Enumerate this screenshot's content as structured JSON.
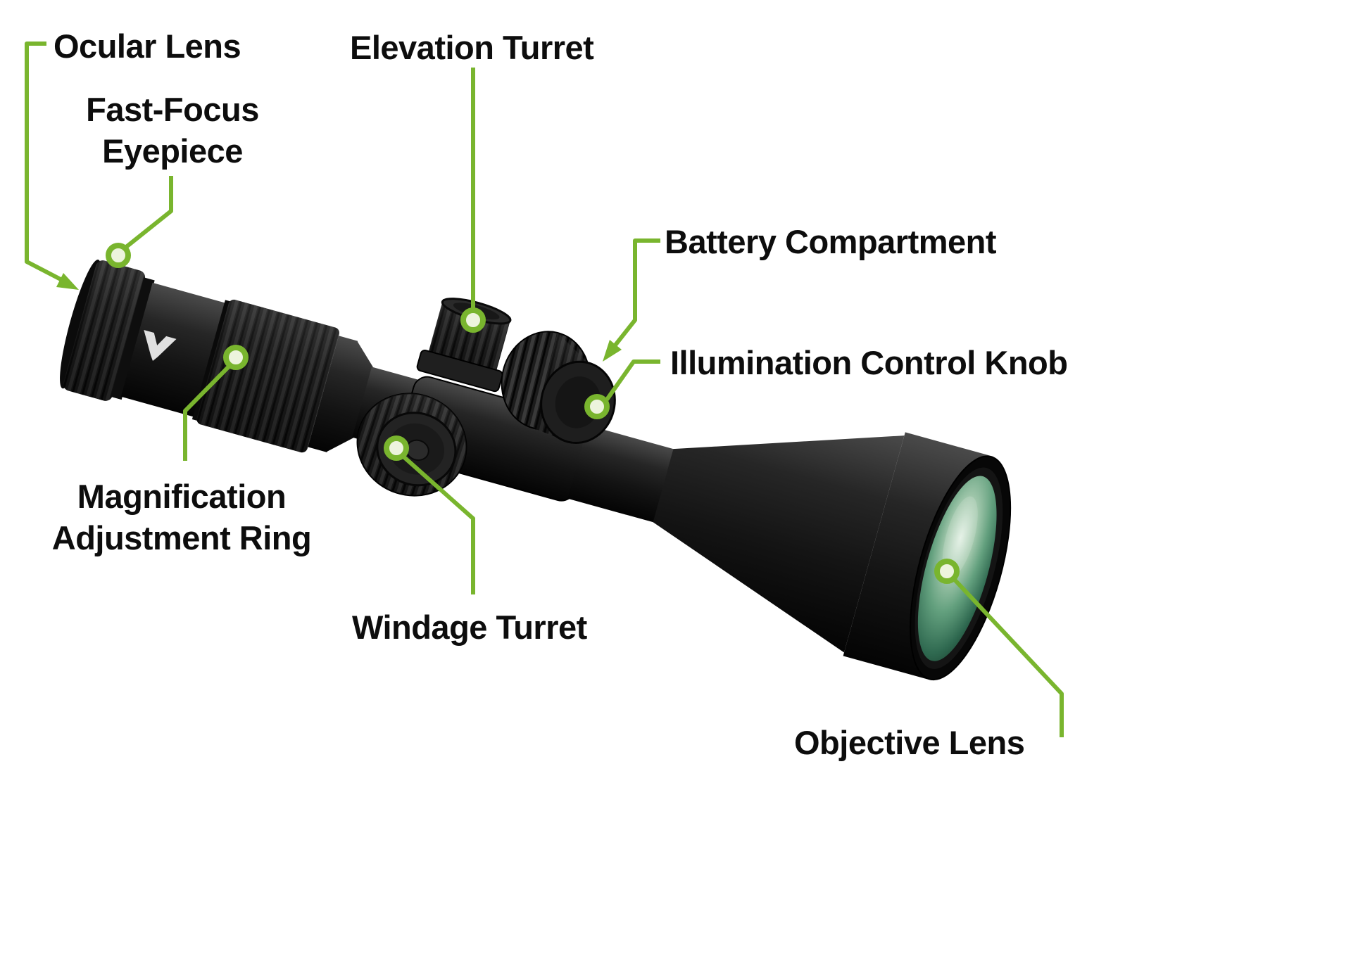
{
  "diagram_type": "annotated-parts-diagram",
  "subject": "riflescope",
  "palette": {
    "accent_green": "#79b52e",
    "marker_center": "#edf4dd",
    "label_text": "#0d0d0d",
    "background": "#ffffff",
    "scope_body": "#1b1b1b",
    "lens_green": "#63a07e"
  },
  "icons": {
    "brand": "vortex-logo"
  },
  "callouts": [
    {
      "id": "ocular-lens",
      "label": "Ocular Lens"
    },
    {
      "id": "fast-focus-eyepiece",
      "label": "Fast-Focus Eyepiece"
    },
    {
      "id": "elevation-turret",
      "label": "Elevation Turret"
    },
    {
      "id": "battery-compartment",
      "label": "Battery Compartment"
    },
    {
      "id": "illumination-control-knob",
      "label": "Illumination Control Knob"
    },
    {
      "id": "magnification-adjustment-ring",
      "label": "Magnification Adjustment Ring"
    },
    {
      "id": "windage-turret",
      "label": "Windage Turret"
    },
    {
      "id": "objective-lens",
      "label": "Objective Lens"
    }
  ]
}
